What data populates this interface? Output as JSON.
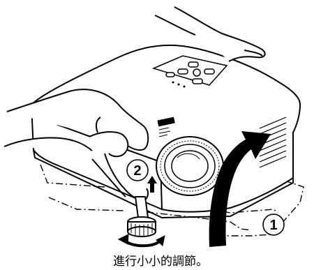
{
  "figure": {
    "steps": [
      {
        "number": "1"
      },
      {
        "number": "2"
      }
    ],
    "caption": "進行小小的調節。"
  }
}
